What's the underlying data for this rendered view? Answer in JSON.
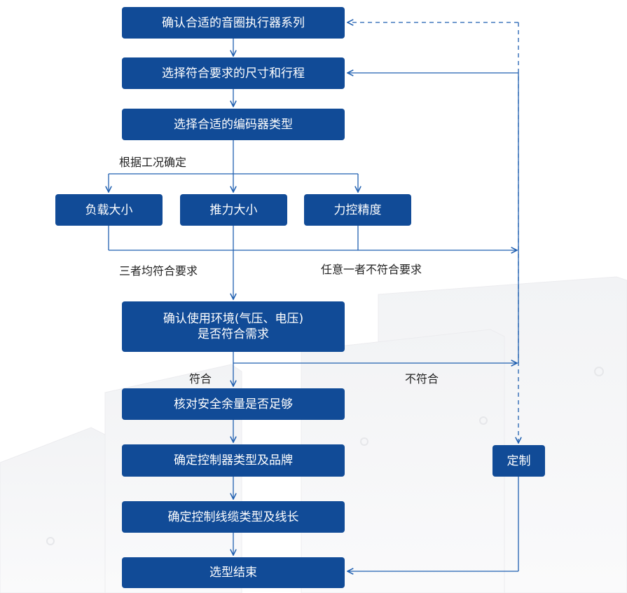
{
  "boxes": {
    "confirm_series": "确认合适的音圈执行器系列",
    "select_size": "选择符合要求的尺寸和行程",
    "select_encoder": "选择合适的编码器类型",
    "load": "负载大小",
    "thrust": "推力大小",
    "force_control": "力控精度",
    "env_line1": "确认使用环境(气压、电压)",
    "env_line2": "是否符合需求",
    "safety_margin": "核对安全余量是否足够",
    "controller": "确定控制器类型及品牌",
    "cable": "确定控制线缆类型及线长",
    "end": "选型结束",
    "custom": "定制"
  },
  "labels": {
    "by_conditions": "根据工况确定",
    "all_three_meet": "三者均符合要求",
    "any_one_fails": "任意一者不符合要求",
    "meets": "符合",
    "not_meet": "不符合"
  },
  "colors": {
    "box_fill": "#114b97",
    "box_text": "#ffffff",
    "line": "#1f5fb0",
    "label_text": "#222222"
  }
}
